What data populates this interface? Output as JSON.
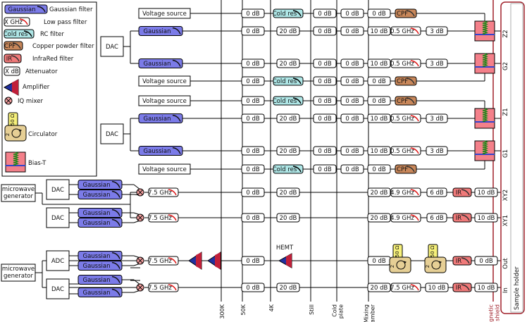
{
  "legend": {
    "gaussian_chip": "Gaussian",
    "gaussian_label": "Gaussian filter",
    "lpf_chip": "X GHz",
    "lpf_label": "Low pass filter",
    "rc_chip": "Cold res",
    "rc_label": "RC filter",
    "cpf_chip": "CPF",
    "cpf_label": "Copper powder filter",
    "ir_chip": "IR",
    "ir_label": "InfraRed filter",
    "att_chip": "X dB",
    "att_label": "Attenuator",
    "amp_label": "Amplifier",
    "mixer_label": "IQ mixer",
    "circ_label": "Circulator",
    "circ_ohm": "50 Ω",
    "circ_num": "2",
    "biast_label": "Bias-T"
  },
  "stages": [
    {
      "id": "300k",
      "label": "300K"
    },
    {
      "id": "50k",
      "label": "50K"
    },
    {
      "id": "4k",
      "label": "4K"
    },
    {
      "id": "still",
      "label": "Still"
    },
    {
      "id": "cold",
      "label": "Cold plate"
    },
    {
      "id": "mix",
      "label": "Mixing chamber"
    },
    {
      "id": "mag",
      "label": "Magnetic shield"
    }
  ],
  "sample_holder": "Sample holder",
  "hemt": "HEMT",
  "sources": {
    "dac": "DAC",
    "adc": "ADC",
    "voltage": "Voltage source",
    "gaussian": "Gaussian",
    "microwave": "microwave generator"
  },
  "chips": {
    "att0": "0 dB",
    "att20": "20 dB",
    "att10": "10 dB",
    "att3": "3 dB",
    "att6": "6 dB",
    "cold_res": "Cold res",
    "cpf": "CPF",
    "lpf05": "0.5 GHz",
    "lpf49": "4.9 GHz",
    "lpf75": "7.5 GHz",
    "ir": "IR"
  },
  "ports": [
    "Z2",
    "G2",
    "Z1",
    "G1",
    "XY2",
    "XY1",
    "Out",
    "In"
  ],
  "colors": {
    "gaussian": "#7b7be8",
    "cold_res": "#aee6e6",
    "cpf": "#c8875a",
    "ir": "#f07a7a",
    "biast": "#f4808a",
    "circulator": "#e6cf95",
    "ohm": "#f6f07a",
    "shield": "#a0202a"
  }
}
